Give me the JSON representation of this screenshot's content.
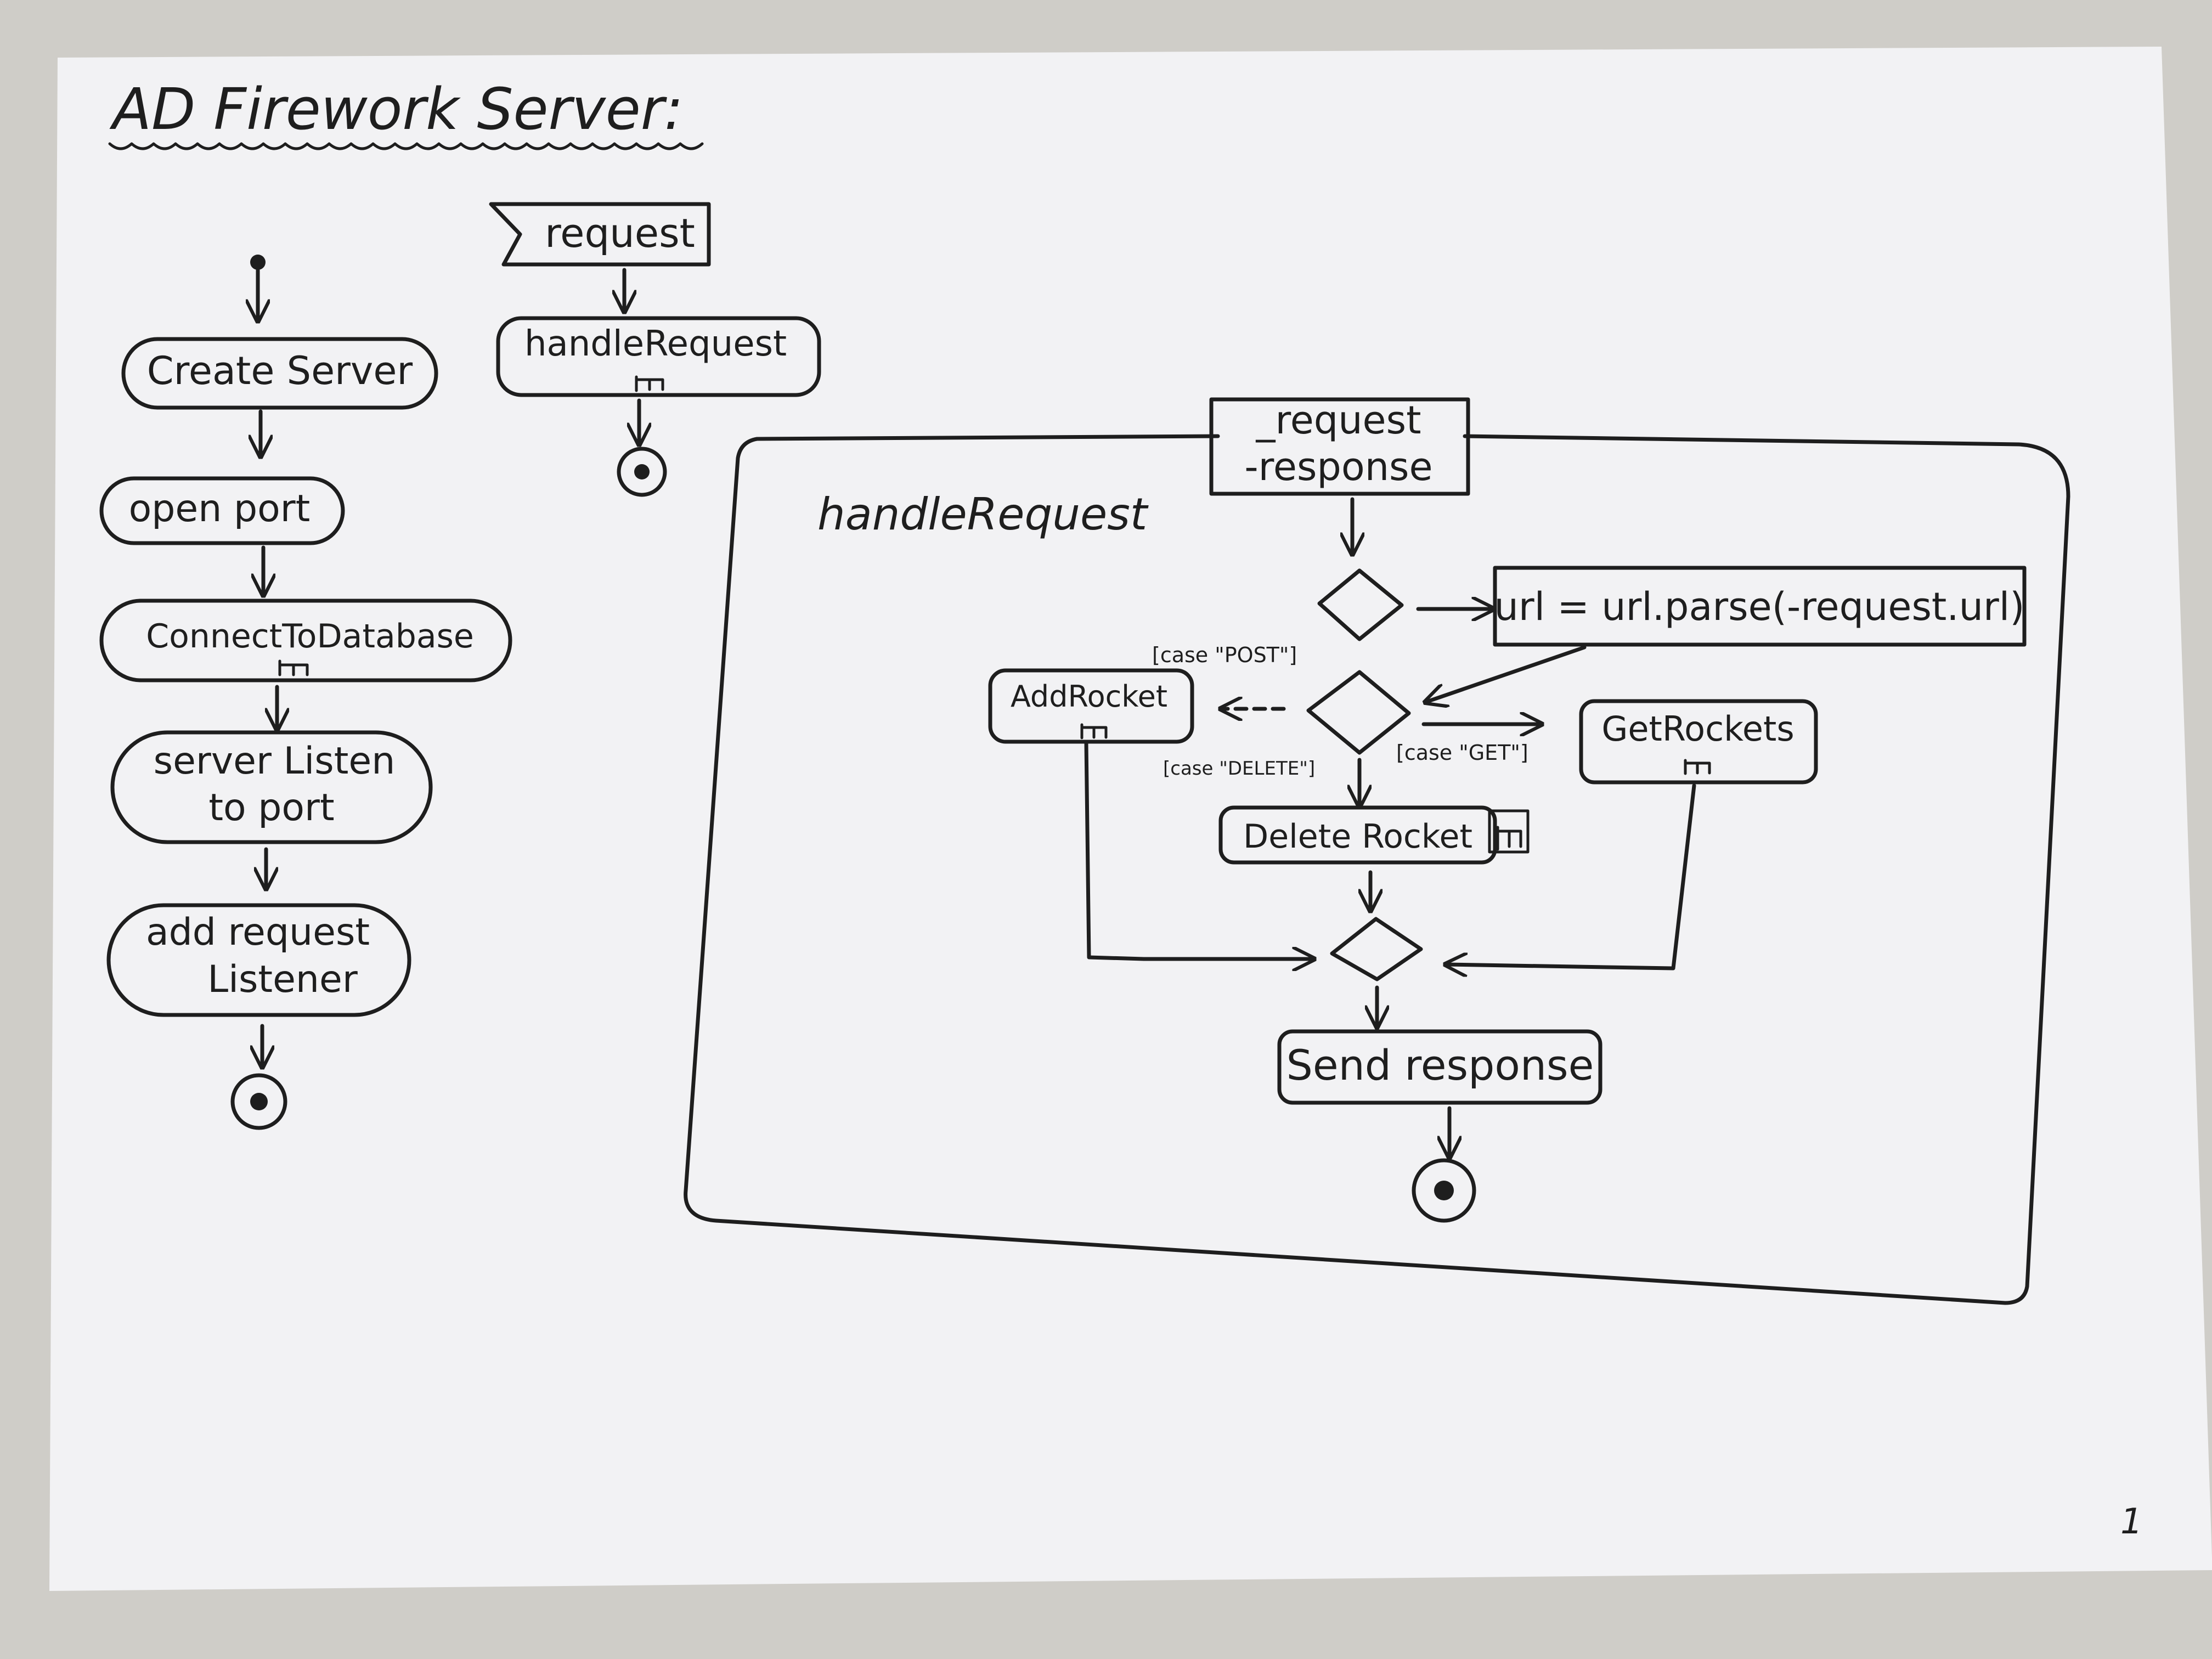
{
  "title": "AD Firework Server:",
  "page_number": "1",
  "main_flow": {
    "nodes": [
      "Create Server",
      "open port",
      "ConnectToDatabase",
      "server Listen",
      "to port",
      "add request",
      "Listener"
    ]
  },
  "request_flow": {
    "signal": "request",
    "action": "handleRequest"
  },
  "handle_request": {
    "frame_label": "handleRequest",
    "params": [
      "_request",
      "-response"
    ],
    "url_action": "url = url.parse(-request.url)",
    "guards": {
      "post": "[case \"POST\"]",
      "get": "[case \"GET\"]",
      "delete": "[case \"DELETE\"]"
    },
    "actions": {
      "add": "AddRocket",
      "get": "GetRockets",
      "delete": "Delete Rocket",
      "send": "Send response"
    }
  },
  "colors": {
    "paper": "#f2f2f4",
    "ink": "#1e1e1e",
    "background": "#cfcdc8"
  }
}
